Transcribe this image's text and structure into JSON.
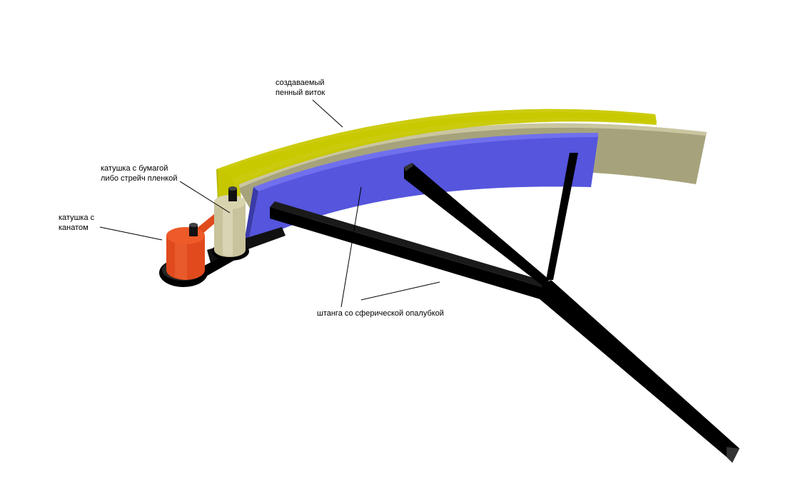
{
  "labels": {
    "foam_turn": [
      "создаваемый",
      "пенный виток"
    ],
    "paper_spool": [
      "катушка с бумагой",
      "либо стрейч пленкой"
    ],
    "rope_spool": [
      "катушка с",
      "канатом"
    ],
    "rod": [
      "штанга со сферической опалубкой"
    ]
  },
  "colors": {
    "foam": "#c8c800",
    "foam_light": "#e2e25a",
    "formwork_beige": "#a6a37c",
    "formwork_beige_dark": "#7f7c5c",
    "formwork_blue": "#5555dd",
    "formwork_blue_light": "#7878ee",
    "rope_spool": "#e04a1c",
    "paper_spool": "#c8c39a",
    "frame": "#000000",
    "belt": "#e04a1c"
  }
}
